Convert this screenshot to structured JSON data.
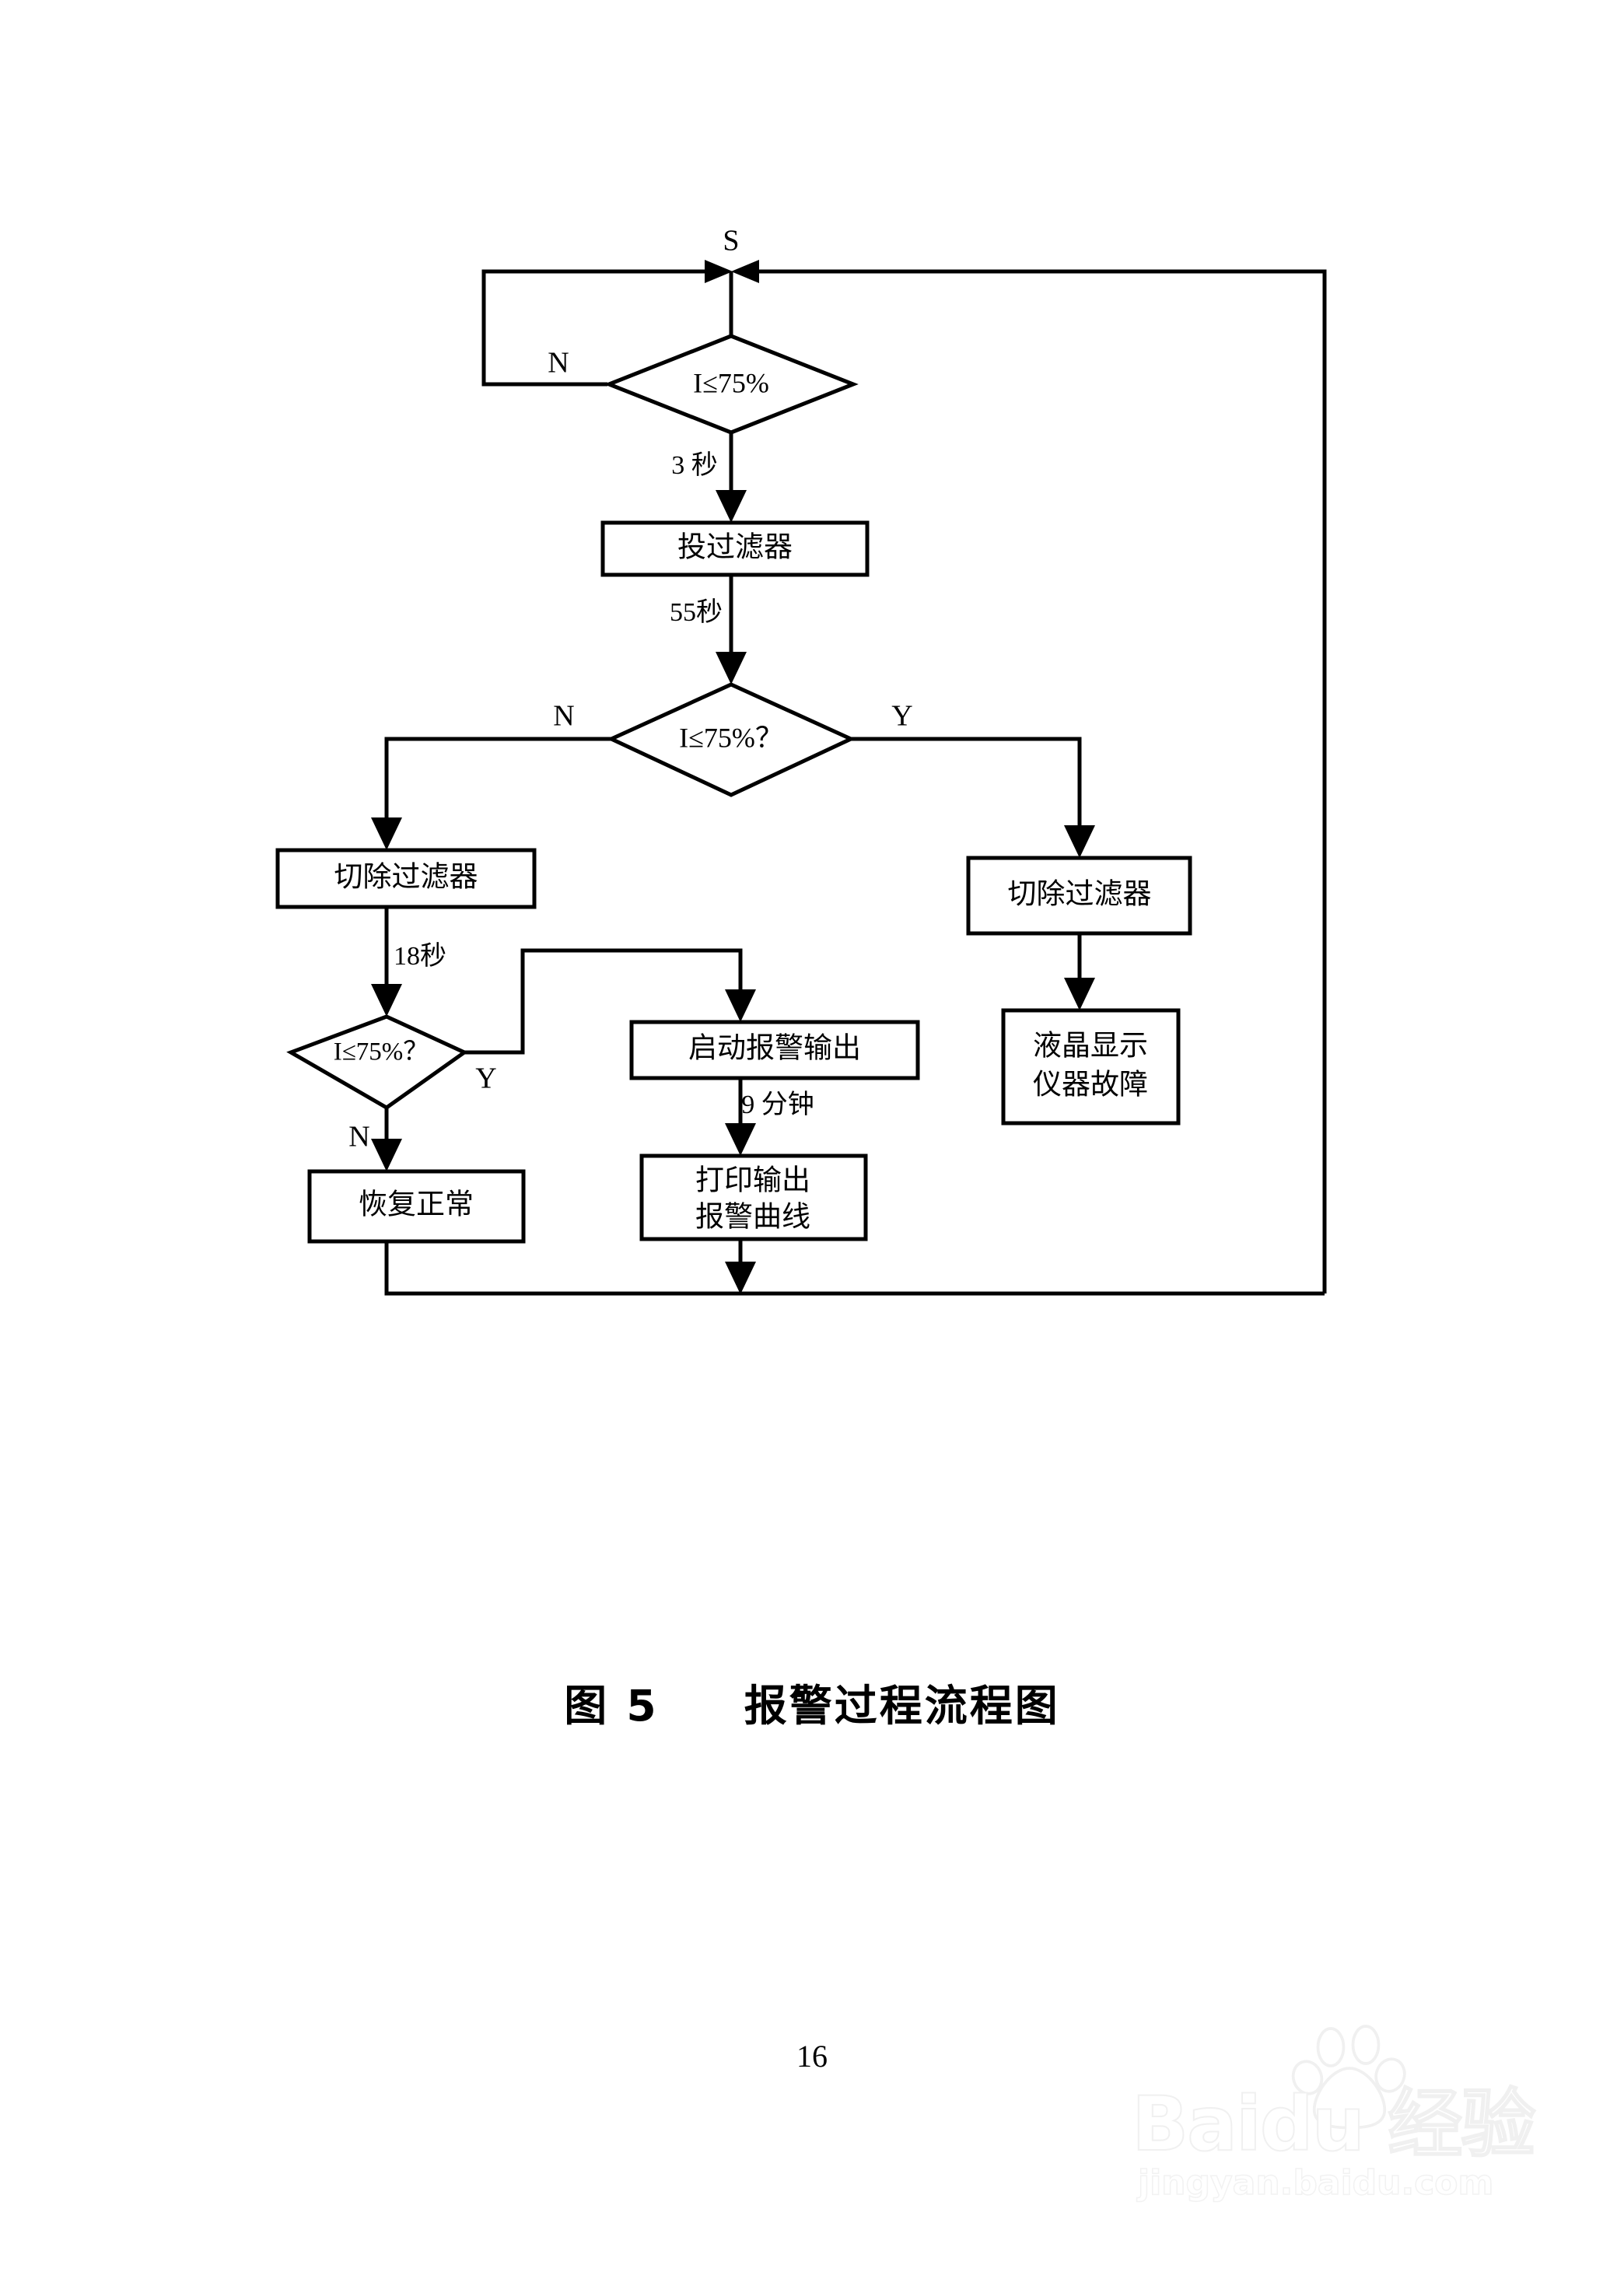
{
  "document": {
    "page_number": "16",
    "caption_number": "图 5",
    "caption_title": "报警过程流程图"
  },
  "watermark": {
    "brand": "Baidu 经验",
    "url": "jingyan.baidu.com"
  },
  "flowchart": {
    "title": "报警过程流程图",
    "start_label": "S",
    "nodes": [
      {
        "id": "d1",
        "type": "decision",
        "text": "I≤75%"
      },
      {
        "id": "p1",
        "type": "process",
        "text": "投过滤器"
      },
      {
        "id": "d2",
        "type": "decision",
        "text": "I≤75%？"
      },
      {
        "id": "p2",
        "type": "process",
        "text": "切除过滤器"
      },
      {
        "id": "p3",
        "type": "process",
        "text": "切除过滤器"
      },
      {
        "id": "d3",
        "type": "decision",
        "text": "I≤75%？"
      },
      {
        "id": "p4",
        "type": "process",
        "text": "启动报警输出"
      },
      {
        "id": "p5",
        "type": "process",
        "text": "液晶显示",
        "text2": "仪器故障"
      },
      {
        "id": "p6",
        "type": "process",
        "text": "恢复正常"
      },
      {
        "id": "p7",
        "type": "process",
        "text": "打印输出",
        "text2": "报警曲线"
      }
    ],
    "edge_labels": {
      "d1_to_p1": "3 秒",
      "p1_to_d2": "55秒",
      "p2_to_d3": "18秒",
      "p4_to_p7": "9 分钟"
    },
    "branch_labels": {
      "d1_no": "N",
      "d2_no": "N",
      "d2_yes": "Y",
      "d3_no": "N",
      "d3_yes": "Y"
    },
    "colors": {
      "line": "#000000",
      "fill": "#ffffff",
      "text": "#000000"
    }
  }
}
